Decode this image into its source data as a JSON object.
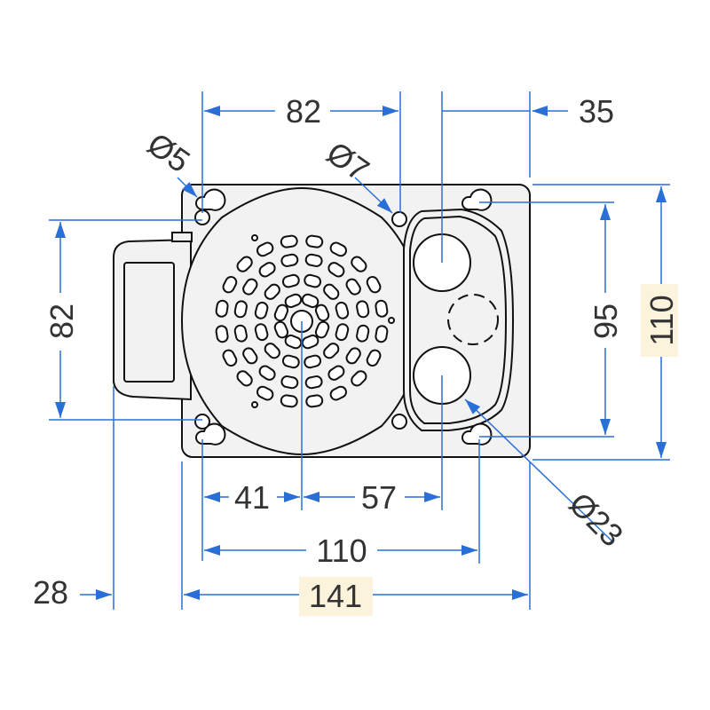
{
  "title": "Dimensional drawing - top view",
  "colors": {
    "dimension": "#2a6fd6",
    "highlight": "#fbf3dc",
    "outline": "#111111",
    "body": "#f2f2f2"
  },
  "dimensions": {
    "top_hole_spacing": "82",
    "top_right_offset": "35",
    "left_hole_spacing": "82",
    "right_hole_spacing": "95",
    "overall_height": "110",
    "bottom_left_to_center": "41",
    "center_to_port": "57",
    "bottom_hole_spacing": "110",
    "overall_width": "141",
    "handle_depth": "28"
  },
  "diameters": {
    "small_hole": "Ø5",
    "mid_hole": "Ø7",
    "port": "Ø23"
  },
  "grille": {
    "rings": [
      8,
      12,
      16,
      20
    ]
  }
}
